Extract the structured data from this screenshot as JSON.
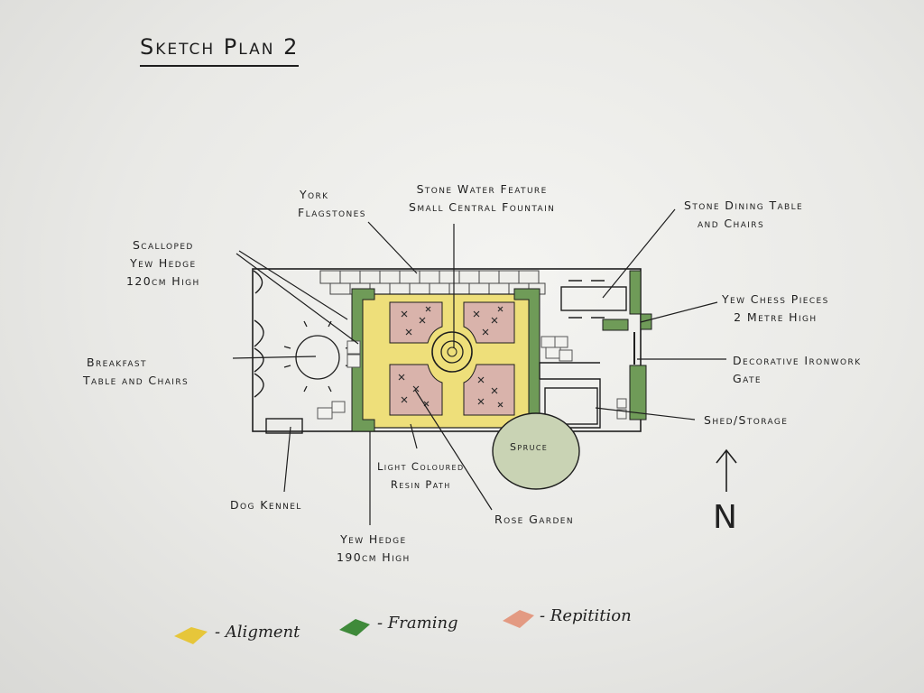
{
  "title": "Sketch Plan 2",
  "labels": {
    "york_flagstones": [
      "York",
      "Flagstones"
    ],
    "water_feature": [
      "Stone Water Feature",
      "Small Central Fountain"
    ],
    "dining_table": [
      "Stone Dining Table",
      "and Chairs"
    ],
    "scalloped_hedge": [
      "Scalloped",
      "Yew Hedge",
      "120cm High"
    ],
    "chess_pieces": [
      "Yew Chess Pieces",
      "2 Metre High"
    ],
    "breakfast_table": [
      "Breakfast",
      "Table and Chairs"
    ],
    "ironwork_gate": [
      "Decorative Ironwork",
      "Gate"
    ],
    "shed": "Shed/Storage",
    "spruce": "Spruce",
    "resin_path": [
      "Light Coloured",
      "Resin Path"
    ],
    "dog_kennel": "Dog Kennel",
    "rose_garden": "Rose Garden",
    "yew_hedge": [
      "Yew Hedge",
      "190cm High"
    ]
  },
  "north": "N",
  "key": [
    {
      "label": "- Aligment",
      "color": "#e6c63a"
    },
    {
      "label": "- Framing",
      "color": "#3f8a3a"
    },
    {
      "label": "- Repitition",
      "color": "#e39a82"
    }
  ],
  "colors": {
    "hedge": "#6f9b58",
    "path": "#eedf7a",
    "rose_bed": "#d9b3ab",
    "spruce": "#c9d3b4",
    "ink": "#1e1e1e"
  }
}
